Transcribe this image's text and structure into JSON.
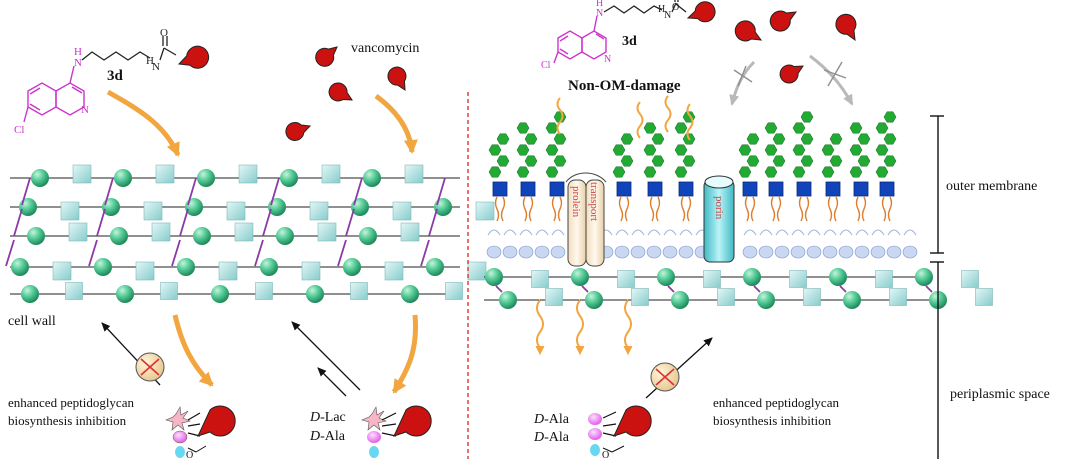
{
  "left_panel": {
    "compound_label": "3d",
    "chain_nh_top": "H",
    "chain_n_top": "N",
    "chain_nh_right": "H",
    "chain_n_right": "N",
    "carbonyl_o": "O",
    "ring_n": "N",
    "ring_cl": "Cl",
    "vancomycin_label": "vancomycin",
    "cell_wall_label": "cell wall",
    "inhibition_line1": "enhanced peptidoglycan",
    "inhibition_line2": "biosynthesis inhibition",
    "d_lac_italic": "D",
    "d_lac_rest": "-Lac",
    "d_ala_italic": "D",
    "d_ala_rest": "-Ala",
    "carboxyl_o": "O"
  },
  "right_panel": {
    "compound_label": "3d",
    "chain_nh_top": "H",
    "chain_n_top": "N",
    "chain_nh_right": "H",
    "chain_n_right": "N",
    "carbonyl_o": "O",
    "ring_n": "N",
    "ring_cl": "Cl",
    "non_om_damage": "Non-OM-damage",
    "prolein_label": "prolein",
    "transport_label": "transport",
    "porin_label": "porin",
    "outer_membrane_label": "outer membrane",
    "periplasmic_label": "periplasmic space",
    "inhibition_line1": "enhanced peptidoglycan",
    "inhibition_line2": "biosynthesis inhibition",
    "d_ala1_italic": "D",
    "d_ala1_rest": "-Ala",
    "d_ala2_italic": "D",
    "d_ala2_rest": "-Ala",
    "carboxyl_o": "O"
  },
  "colors": {
    "magenta": "#cc33cc",
    "vancomycin_red": "#cc1111",
    "sphere_green": "#4cc592",
    "square_blue": "#a6dcdc",
    "hexagon_green": "#22aa33",
    "lps_blue": "#1144bb",
    "divider_red": "#dd2222",
    "arrow_orange": "#f2a640"
  }
}
